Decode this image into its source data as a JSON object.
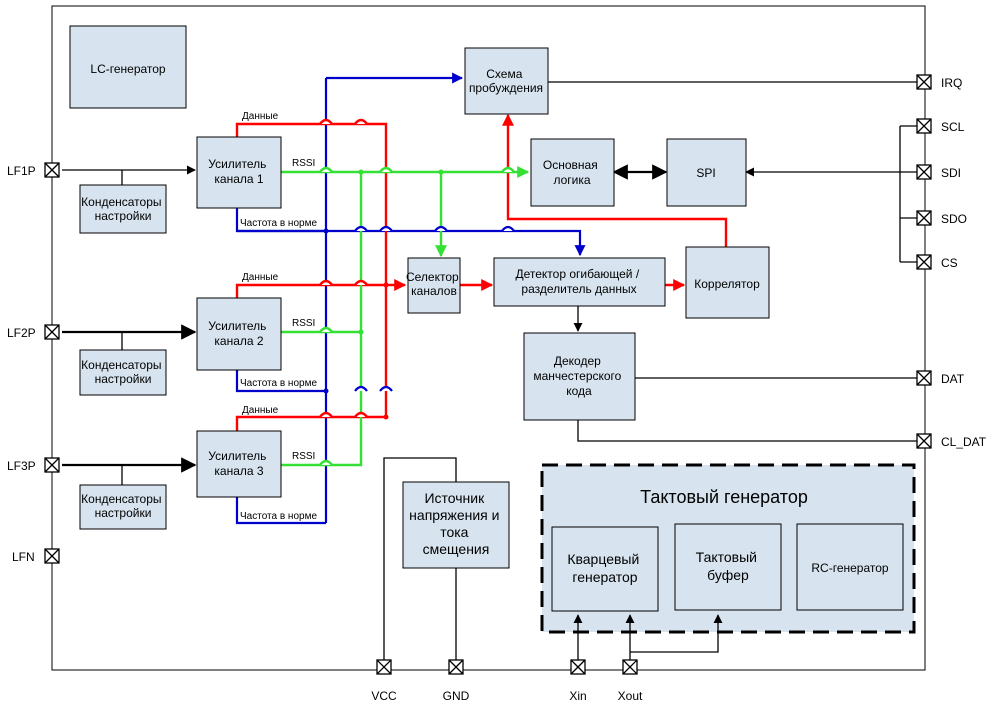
{
  "blocks": {
    "lc_gen": "LC-генератор",
    "wake": [
      "Схема",
      "пробуждения"
    ],
    "amp1": [
      "Усилитель",
      "канала 1"
    ],
    "amp2": [
      "Усилитель",
      "канала 2"
    ],
    "amp3": [
      "Усилитель",
      "канала 3"
    ],
    "cap1": [
      "Конденсаторы",
      "настройки"
    ],
    "cap2": [
      "Конденсаторы",
      "настройки"
    ],
    "cap3": [
      "Конденсаторы",
      "настройки"
    ],
    "main_logic": [
      "Основная",
      "логика"
    ],
    "spi": "SPI",
    "selector": [
      "Селектор",
      "каналов"
    ],
    "detector": [
      "Детектор огибающей /",
      "разделитель данных"
    ],
    "correlator": "Коррелятор",
    "decoder": [
      "Декодер",
      "манчестерского",
      "кода"
    ],
    "power": [
      "Источник",
      "напряжения и",
      "тока",
      "смещения"
    ],
    "clock_group": "Тактовый генератор",
    "quartz": [
      "Кварцевый",
      "генератор"
    ],
    "clock_buf": [
      "Тактовый",
      "буфер"
    ],
    "rc_gen": "RC-генератор"
  },
  "signals": {
    "data": "Данные",
    "rssi": "RSSI",
    "freq_ok": "Частота в норме"
  },
  "pins": {
    "lf1p": "LF1P",
    "lf2p": "LF2P",
    "lf3p": "LF3P",
    "lfn": "LFN",
    "irq": "IRQ",
    "scl": "SCL",
    "sdi": "SDI",
    "sdo": "SDO",
    "cs": "CS",
    "dat": "DAT",
    "cl_dat": "CL_DAT",
    "vcc": "VCC",
    "gnd": "GND",
    "xin": "Xin",
    "xout": "Xout"
  },
  "colors": {
    "block_fill": "#d7e4ef",
    "data_wire": "#ff0000",
    "rssi_wire": "#33e033",
    "freq_wire": "#0000cc"
  }
}
